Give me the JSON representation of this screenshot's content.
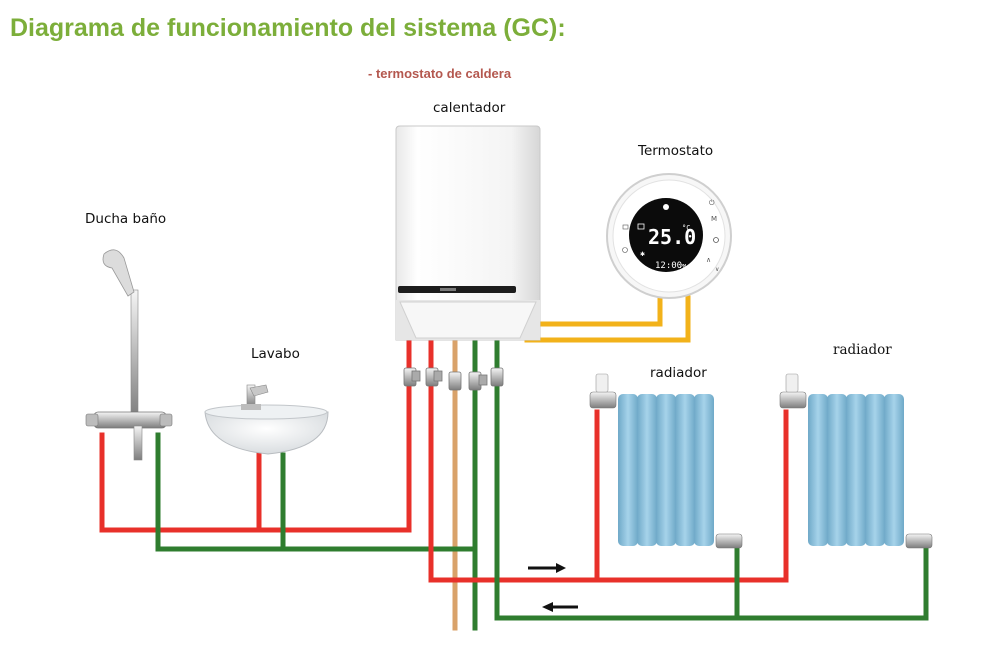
{
  "title": "Diagrama de funcionamiento del sistema (GC):",
  "subtitle": "- termostato de caldera",
  "labels": {
    "calentador": "calentador",
    "termostato": "Termostato",
    "ducha": "Ducha baño",
    "lavabo": "Lavabo",
    "radiador_1": "radiador",
    "radiador_2": "radiador"
  },
  "thermostat_display": {
    "temperature": "25.0",
    "unit": "°C",
    "time": "12:00",
    "period": "PM"
  },
  "colors": {
    "hot_pipe": "#e8302a",
    "return_pipe": "#2f7d2f",
    "signal_wire": "#f2b21a",
    "gas_pipe": "#d9a26a",
    "title": "#7cae3a",
    "subtitle": "#b4584f",
    "radiator": "#8ec3dd"
  }
}
